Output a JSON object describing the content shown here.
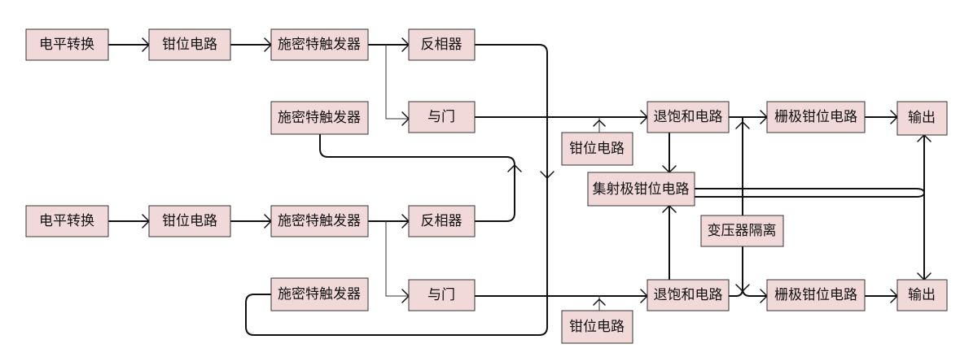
{
  "diagram": {
    "level_shift_1": "电平转换",
    "clamp_1": "钳位电路",
    "schmitt_1": "施密特触发器",
    "inverter_1": "反相器",
    "schmitt_2": "施密特触发器",
    "and_gate_1": "与门",
    "level_shift_2": "电平转换",
    "clamp_2": "钳位电路",
    "schmitt_3": "施密特触发器",
    "inverter_2": "反相器",
    "schmitt_4": "施密特触发器",
    "and_gate_2": "与门",
    "clamp_top_aux": "钳位电路",
    "clamp_bottom_aux": "钳位电路",
    "desat_1": "退饱和电路",
    "desat_2": "退饱和电路",
    "emitter_clamp": "集射极钳位电路",
    "transformer": "变压器隔离",
    "gate_clamp_1": "栅极钳位电路",
    "gate_clamp_2": "栅极钳位电路",
    "output_1": "输出",
    "output_2": "输出"
  }
}
